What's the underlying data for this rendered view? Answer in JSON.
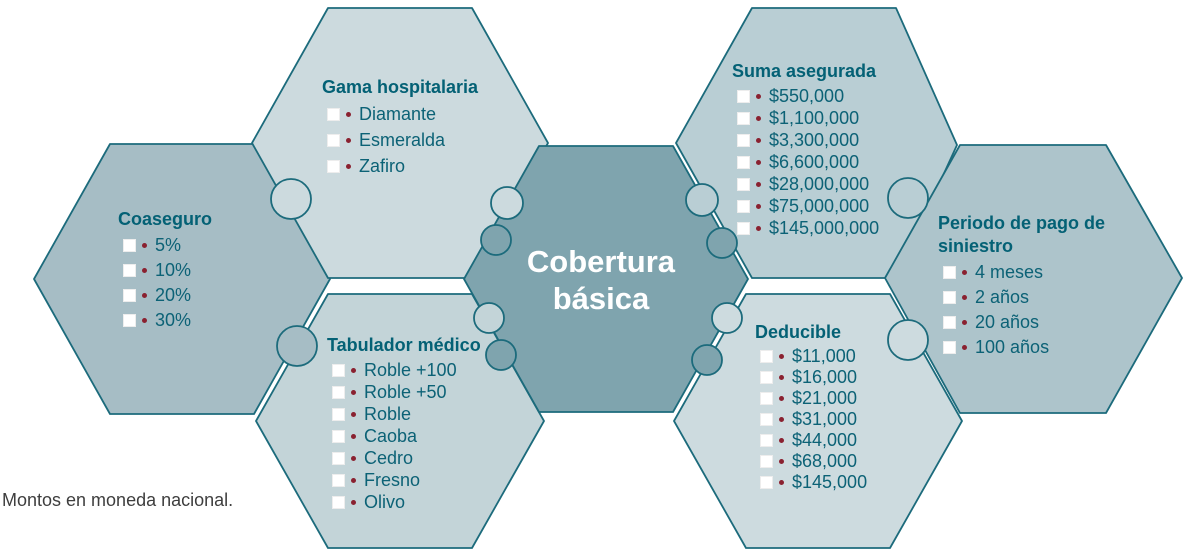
{
  "center": {
    "label": "Cobertura básica"
  },
  "sections": {
    "gama": {
      "title": "Gama hospitalaria",
      "items": [
        "Diamante",
        "Esmeralda",
        "Zafiro"
      ]
    },
    "coaseguro": {
      "title": "Coaseguro",
      "items": [
        "5%",
        "10%",
        "20%",
        "30%"
      ]
    },
    "tabulador": {
      "title": "Tabulador médico",
      "items": [
        "Roble +100",
        "Roble +50",
        "Roble",
        "Caoba",
        "Cedro",
        "Fresno",
        "Olivo"
      ]
    },
    "suma": {
      "title": "Suma asegurada",
      "items": [
        "$550,000",
        "$1,100,000",
        "$3,300,000",
        "$6,600,000",
        "$28,000,000",
        "$75,000,000",
        "$145,000,000"
      ]
    },
    "deducible": {
      "title": "Deducible",
      "items": [
        "$11,000",
        "$16,000",
        "$21,000",
        "$31,000",
        "$44,000",
        "$68,000",
        "$145,000"
      ]
    },
    "periodo": {
      "title": "Periodo de pago de siniestro",
      "items": [
        "4 meses",
        "2 años",
        "20 años",
        "100 años"
      ]
    }
  },
  "footnote": "Montos en moneda nacional.",
  "colors": {
    "outline": "#1c6b7c",
    "center_fill": "#7fa4ae",
    "gama_fill": "#ccdade",
    "suma_fill": "#b9ced4",
    "coaseguro_fill": "#a6bdc5",
    "periodo_fill": "#adc4cb",
    "tabulador_fill": "#c3d4d8",
    "deducible_fill": "#cddbdf",
    "title_text": "#046175",
    "item_text": "#0c6276",
    "bullet": "#8a2130",
    "center_text": "#ffffff",
    "footnote_text": "#3e3e3e"
  }
}
